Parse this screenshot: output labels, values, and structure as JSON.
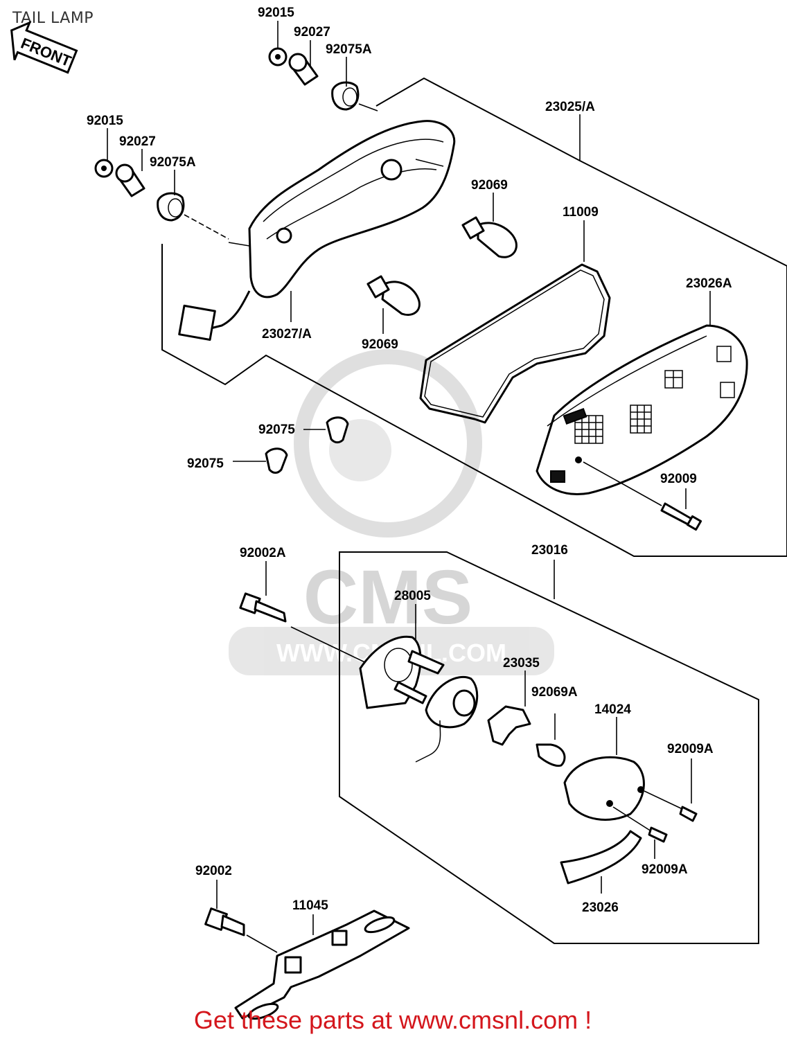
{
  "title": "TAIL LAMP",
  "front_arrow": "FRONT",
  "watermark": {
    "logo": "CMS",
    "url": "WWW.CMSNL.COM"
  },
  "footer": "Get these parts at www.cmsnl.com !",
  "callouts": {
    "p92015_a": "92015",
    "p92027_a": "92027",
    "p92075A_a": "92075A",
    "p92015_b": "92015",
    "p92027_b": "92027",
    "p92075A_b": "92075A",
    "p23025": "23025/A",
    "p92069_a": "92069",
    "p11009": "11009",
    "p23027": "23027/A",
    "p92069_b": "92069",
    "p23026A": "23026A",
    "p92075_a": "92075",
    "p92075_b": "92075",
    "p92009": "92009",
    "p92002A": "92002A",
    "p23016": "23016",
    "p28005": "28005",
    "p23035": "23035",
    "p92069A": "92069A",
    "p14024": "14024",
    "p92009A_a": "92009A",
    "p92009A_b": "92009A",
    "p92002": "92002",
    "p11045": "11045",
    "p23026": "23026"
  }
}
